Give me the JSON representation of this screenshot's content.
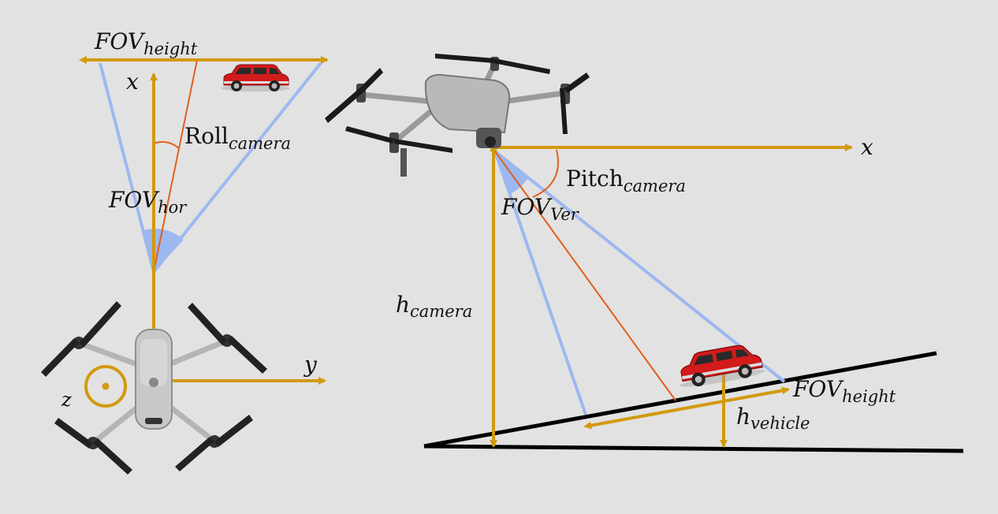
{
  "colors": {
    "background": "#e2e2e2",
    "axis": "#d29a0c",
    "fov": "#9db8f0",
    "center_ray": "#e0601a",
    "ground": "#000000",
    "car_body": "#d31b1b"
  },
  "icons": {
    "drone_top": "drone-top-view-icon",
    "drone_side": "drone-side-view-icon",
    "car": "red-car-icon",
    "z_axis": "z-axis-out-of-plane-icon"
  },
  "left": {
    "fov_height": {
      "base": "FOV",
      "sub": "height"
    },
    "x_axis": "x",
    "y_axis": "y",
    "z_axis": "z",
    "roll": {
      "base": "Roll",
      "sub": "camera"
    },
    "fov_hor": {
      "base": "FOV",
      "sub": "hor"
    }
  },
  "right": {
    "x_axis": "x",
    "pitch": {
      "base": "Pitch",
      "sub": "camera"
    },
    "fov_ver": {
      "base": "FOV",
      "sub": "Ver"
    },
    "h_camera": {
      "base": "h",
      "sub": "camera"
    },
    "fov_height": {
      "base": "FOV",
      "sub": "height"
    },
    "h_vehicle": {
      "base": "h",
      "sub": "vehicle"
    }
  }
}
